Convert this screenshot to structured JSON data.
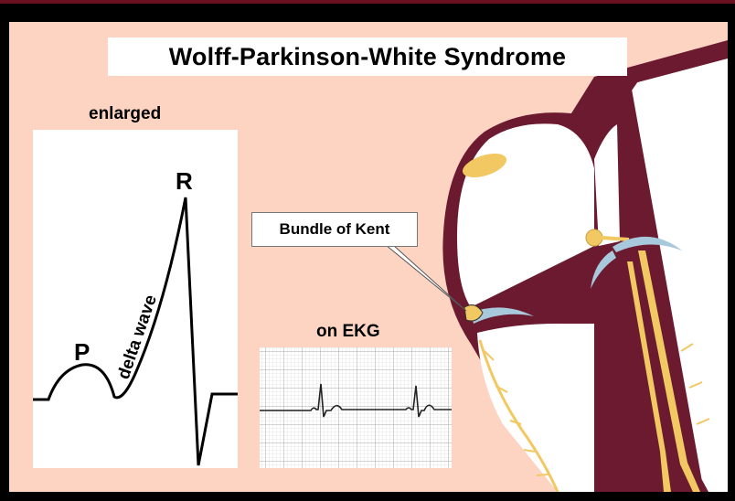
{
  "title": "Wolff-Parkinson-White Syndrome",
  "enlarged_label": "enlarged",
  "ekg_label": "on EKG",
  "callout_label": "Bundle of Kent",
  "waveform": {
    "p_label": "P",
    "r_label": "R",
    "delta_label": "delta wave"
  },
  "colors": {
    "background": "#fdd4c2",
    "heart_wall": "#6b1a30",
    "conduction": "#f2c862",
    "kent_bundle": "#a8c8dc",
    "frame": "#000000"
  }
}
